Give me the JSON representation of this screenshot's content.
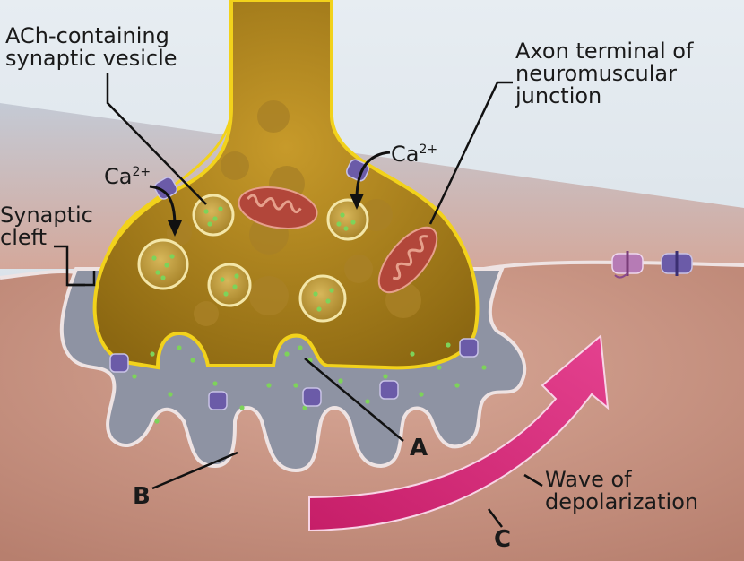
{
  "labels": {
    "vesicle": [
      "ACh-containing",
      "synaptic vesicle"
    ],
    "terminal": [
      "Axon terminal of",
      "neuromuscular",
      "junction"
    ],
    "cleft": [
      "Synaptic",
      "cleft"
    ],
    "calcium_left": {
      "base": "Ca",
      "charge": "2+"
    },
    "calcium_right": {
      "base": "Ca",
      "charge": "2+"
    },
    "wave": [
      "Wave of",
      "depolarization"
    ],
    "marker_a": "A",
    "marker_b": "B",
    "marker_c": "C"
  },
  "colors": {
    "terminal_gold": "#c9a227",
    "terminal_outline": "#f2d21b",
    "muscle": "#c79686",
    "cleft_gray": "#8e93a3",
    "arrow_magenta": "#d42b79",
    "ach_green": "#7dd35a",
    "receptor_purple": "#6b5ba8",
    "mitochondrion": "#b2463a"
  }
}
